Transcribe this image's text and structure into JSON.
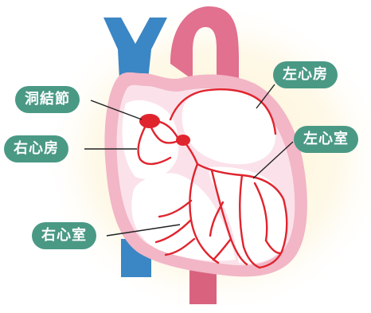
{
  "labels": {
    "sinoatrial_node": "洞結節",
    "right_atrium": "右心房",
    "right_ventricle": "右心室",
    "left_atrium": "左心房",
    "left_ventricle": "左心室"
  },
  "colors": {
    "label_bg": "#4a9985",
    "vein_blue": "#3b86c4",
    "artery_pink": "#e2708f",
    "heart_outline": "#f2b6c6",
    "heart_fill": "#fbe2ea",
    "chamber_fill": "#ffffff",
    "conduction_red": "#e0242e",
    "glow": "#fdf4d6"
  }
}
